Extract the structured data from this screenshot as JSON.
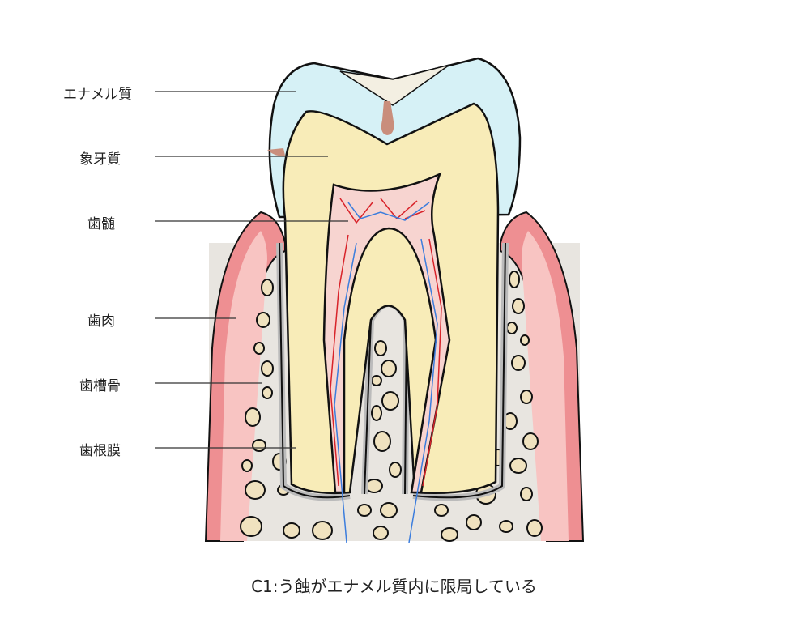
{
  "labels": {
    "enamel": "エナメル質",
    "dentin": "象牙質",
    "pulp": "歯髄",
    "gingiva": "歯肉",
    "alveolar_bone": "歯槽骨",
    "periodontal_ligament": "歯根膜"
  },
  "caption": "C1:う蝕がエナメル質内に限局している",
  "colors": {
    "enamel": "#d6f1f6",
    "dentin": "#f8ecb8",
    "pulp": "#f7d4d0",
    "gingiva": "#ee8f92",
    "bone": "#e8e5e0",
    "bone_cavity": "#f0e2bf",
    "caries": "#c98e7c"
  }
}
